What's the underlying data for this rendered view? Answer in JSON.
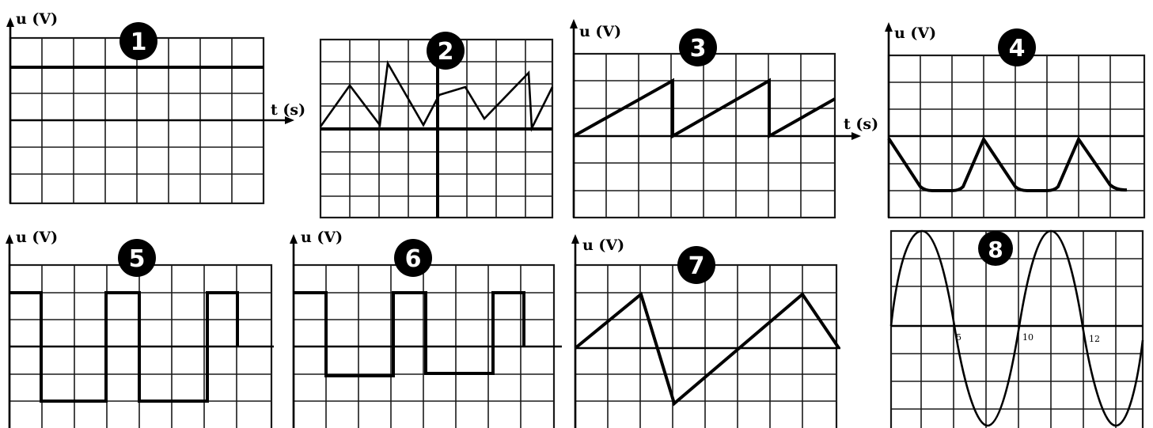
{
  "axis_labels": {
    "u": "u (V)",
    "t": "t (s)"
  },
  "panels": [
    {
      "id": 1,
      "badge": "1",
      "label_u": "u (V)",
      "label_t": "t (s)"
    },
    {
      "id": 2,
      "badge": "2"
    },
    {
      "id": 3,
      "badge": "3",
      "label_u": "u (V)",
      "label_t": "t (s)"
    },
    {
      "id": 4,
      "badge": "4",
      "label_u": "u (V)"
    },
    {
      "id": 5,
      "badge": "5",
      "label_u": "u (V)"
    },
    {
      "id": 6,
      "badge": "6",
      "label_u": "u (V)"
    },
    {
      "id": 7,
      "badge": "7",
      "label_u": "u (V)"
    },
    {
      "id": 8,
      "badge": "8",
      "ticks": [
        "5",
        "10",
        "12"
      ]
    }
  ]
}
